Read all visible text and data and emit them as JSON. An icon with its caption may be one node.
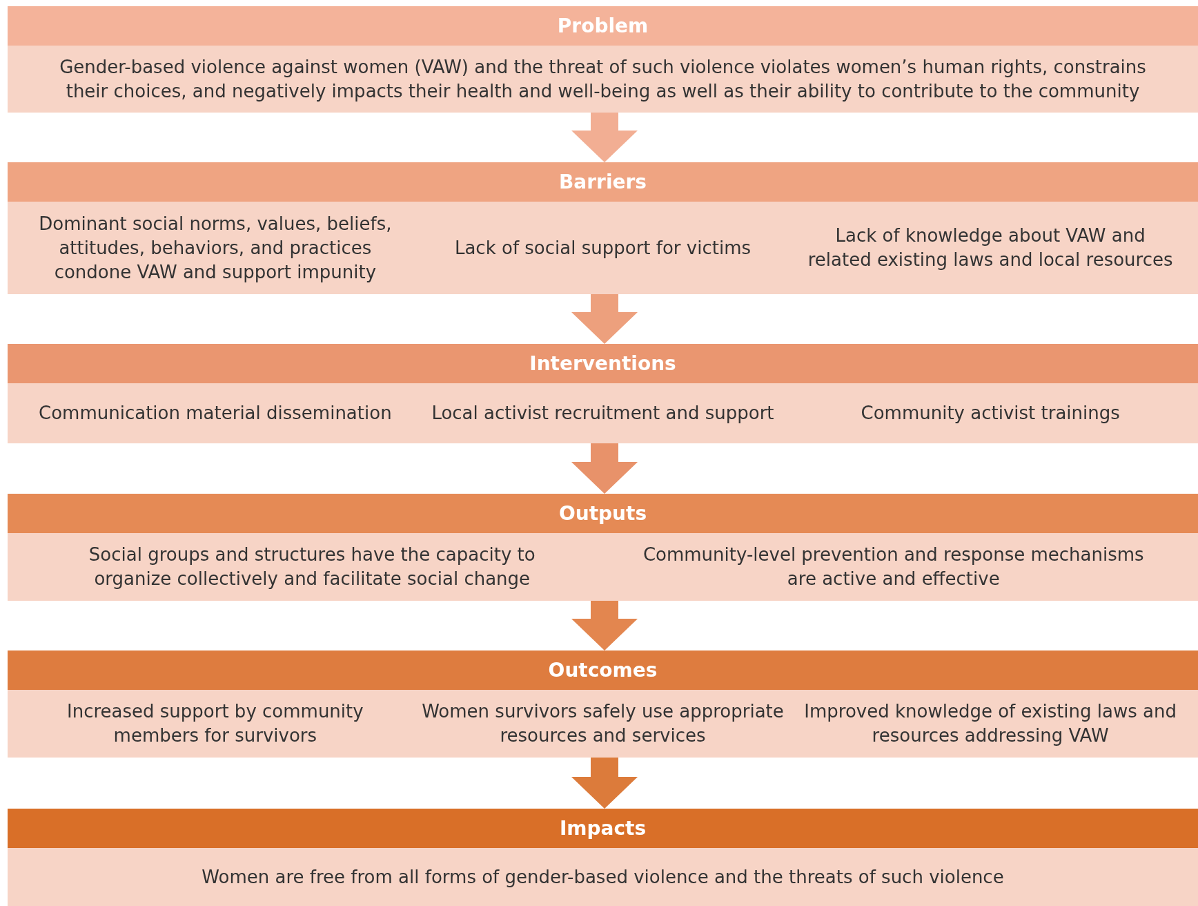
{
  "diagram": {
    "nodes": [
      {
        "text": [
          "Problem"
        ]
      },
      {
        "text": [
          "Gender-based violence against women (VAW) and the threat of such violence violates women’s human rights, constrains their choices, and negatively impacts their health and well-being as well as their ability to contribute to the community"
        ],
        "in": 0
      },
      {
        "text": [
          "Barriers"
        ]
      },
      {
        "text": [
          "Dominant social norms, values, beliefs, attitudes, behaviors, and practices condone VAW and support impunity"
        ],
        "in": 2
      },
      {
        "text": [
          "Lack of social support for victims"
        ],
        "in": 2
      },
      {
        "text": [
          "Lack of knowledge about VAW and related existing laws and local resources"
        ],
        "in": 2
      },
      {
        "text": [
          "Interventions"
        ]
      },
      {
        "text": [
          "Communication material dissemination"
        ],
        "in": 6
      },
      {
        "text": [
          "Local activist recruitment and support"
        ],
        "in": 6
      },
      {
        "text": [
          "Community activist trainings"
        ],
        "in": 6
      },
      {
        "text": [
          "Outputs"
        ]
      },
      {
        "text": [
          "Social groups and structures have the capacity to organize collectively and facilitate social change"
        ],
        "in": 10
      },
      {
        "text": [
          "Community-level prevention and response mechanisms are active and effective"
        ],
        "in": 10
      },
      {
        "text": [
          "Outcomes"
        ]
      },
      {
        "text": [
          "Increased support by community members for survivors"
        ],
        "in": 13
      },
      {
        "text": [
          "Women survivors safely use appropriate resources and services"
        ],
        "in": 13
      },
      {
        "text": [
          "Improved knowledge of existing laws and resources addressing VAW"
        ],
        "in": 13
      },
      {
        "text": [
          "Impacts"
        ]
      },
      {
        "text": [
          "Women are free from all forms of gender-based violence and the threats of such violence"
        ],
        "in": 17
      }
    ],
    "edges": [
      {
        "from": 0,
        "to": 2,
        "arrow": "to"
      },
      {
        "from": 2,
        "to": 6,
        "arrow": "to"
      },
      {
        "from": 6,
        "to": 10,
        "arrow": "to"
      },
      {
        "from": 10,
        "to": 13,
        "arrow": "to"
      },
      {
        "from": 13,
        "to": 17,
        "arrow": "to"
      }
    ]
  }
}
